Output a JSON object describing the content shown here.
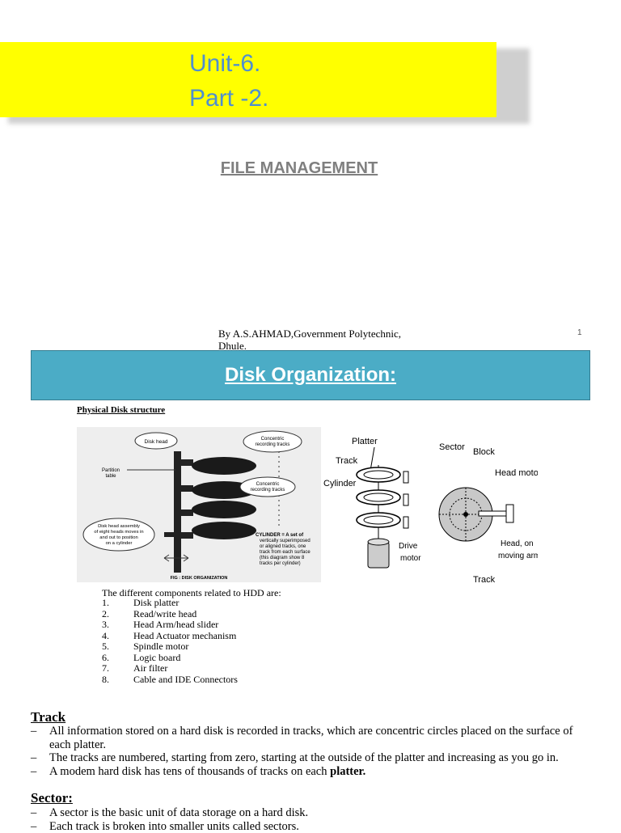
{
  "slide1": {
    "title_line1": "Unit-6.",
    "title_line2": "Part -2.",
    "subtitle": "FILE MANAGEMENT",
    "author": "By A.S.AHMAD,Government Polytechnic,Dhule.",
    "page_number": "1"
  },
  "slide2": {
    "heading": "Disk Organization:",
    "physical_label": "Physical Disk structure",
    "figure_left": {
      "disk_head": "Disk head",
      "concentric1": "Concentric recording tracks",
      "partition": "Partition table",
      "concentric2": "Concentric recording tracks",
      "assembly": "Disk head assembly of eight heads moves in and out to position on a cylinder",
      "cylinder_note": "CYLINDER = A set of vertically superimposed or aligned tracks, one track from each surface (this diagram show 8 tracks per cylinder)",
      "caption": "FIG : DISK ORGANIZATION"
    },
    "figure_mid": {
      "platter": "Platter",
      "track": "Track",
      "cylinder": "Cylinder",
      "drive_motor": "Drive motor"
    },
    "figure_right": {
      "sector": "Sector",
      "block": "Block",
      "head_motor": "Head motor",
      "head_arm": "Head, on moving arm",
      "track": "Track"
    },
    "components_intro": "The different components related to HDD are:",
    "components": [
      {
        "num": "1.",
        "text": "Disk platter"
      },
      {
        "num": "2.",
        "text": "Read/write head"
      },
      {
        "num": "3.",
        "text": "Head Arm/head slider"
      },
      {
        "num": "4.",
        "text": "Head Actuator mechanism"
      },
      {
        "num": "5.",
        "text": "Spindle motor"
      },
      {
        "num": "6.",
        "text": "Logic board"
      },
      {
        "num": "7.",
        "text": "Air filter"
      },
      {
        "num": "8.",
        "text": "Cable and IDE Connectors"
      }
    ],
    "track_heading": "Track",
    "track_bullets": [
      "All information stored on a hard disk is recorded in tracks, which are concentric circles placed on the surface of each platter.",
      "The tracks are numbered, starting from zero, starting at the outside of the platter and increasing as you go in."
    ],
    "track_bullet3_pre": "A modem hard disk has tens of thousands of tracks on each ",
    "track_bullet3_bold": "platter.",
    "sector_heading": "Sector:",
    "sector_bullets": [
      "A sector is the basic unit of data storage on a hard disk.",
      "Each track is broken into smaller units called sectors."
    ],
    "dash": "–"
  }
}
